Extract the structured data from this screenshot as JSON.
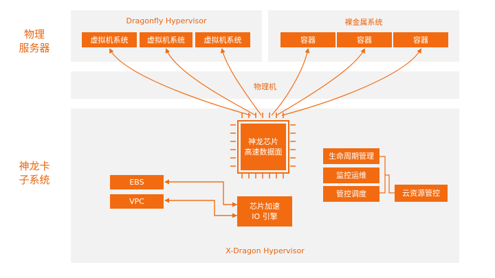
{
  "left_labels": {
    "physical_server": [
      "物理",
      "服务器"
    ],
    "shenlong_card": [
      "神龙卡",
      "子系统"
    ]
  },
  "dragonfly": {
    "title": "Dragonfly Hypervisor",
    "vm_label": "虚拟机系统",
    "vms": [
      "虚拟机系统",
      "虚拟机系统",
      "虚拟机系统"
    ]
  },
  "bare_metal": {
    "title": "裸金属系统",
    "containers": [
      "容器",
      "容器",
      "容器"
    ]
  },
  "physical_machine": {
    "label": "物理机"
  },
  "chip": {
    "line1": "神龙芯片",
    "line2": "高速数据面"
  },
  "storage": {
    "ebs": "EBS",
    "vpc": "VPC"
  },
  "accel": {
    "line1": "芯片加速",
    "line2": "IO 引擎"
  },
  "management": {
    "lifecycle": "生命周期管理",
    "monitoring": "监控运维",
    "scheduling": "管控调度",
    "cloud_resource": "云资源管控"
  },
  "xdragon": {
    "title": "X-Dragon Hypervisor"
  },
  "colors": {
    "accent": "#f26b10",
    "panel": "#f2f2f2",
    "title_text": "#e8650f"
  }
}
